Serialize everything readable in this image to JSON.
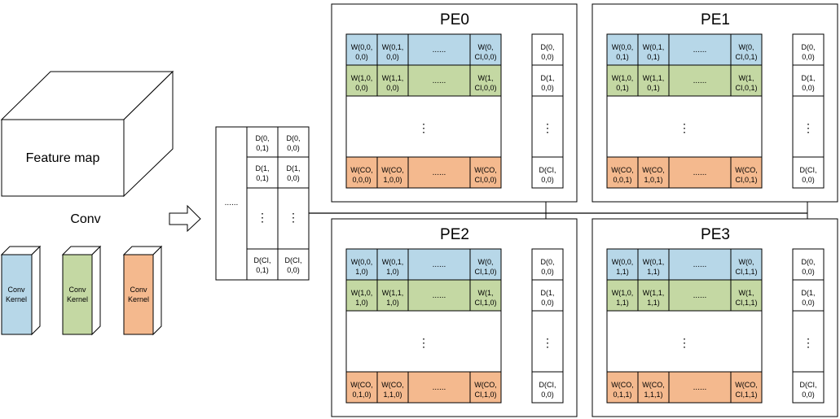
{
  "feature_map": {
    "label": "Feature map"
  },
  "conv": {
    "label": "Conv",
    "kernels": [
      {
        "label_line1": "Conv",
        "label_line2": "Kernel",
        "color": "#b7d7e8"
      },
      {
        "label_line1": "Conv",
        "label_line2": "Kernel",
        "color": "#c4d8a3"
      },
      {
        "label_line1": "Conv",
        "label_line2": "Kernel",
        "color": "#f4b98e"
      }
    ]
  },
  "buffer": {
    "ellipsis": "......",
    "vdots": "⋮",
    "col1": [
      [
        "D(0,",
        "0,1)"
      ],
      [
        "D(1,",
        "0,1)"
      ],
      [
        "D(CI,",
        "0,1)"
      ]
    ],
    "col2": [
      [
        "D(0,",
        "0,0)"
      ],
      [
        "D(1,",
        "0,0)"
      ],
      [
        "D(CI,",
        "0,0)"
      ]
    ]
  },
  "colors": {
    "row_first": "#b7d7e8",
    "row_second": "#c4d8a3",
    "row_last": "#f4b98e",
    "line": "#000000"
  },
  "pes": [
    {
      "title": "PE0",
      "rows": [
        [
          [
            "W(0,0,",
            "0,0)"
          ],
          [
            "W(0,1,",
            "0,0)"
          ],
          [
            "W(0,",
            "CI,0,0)"
          ]
        ],
        [
          [
            "W(1,0,",
            "0,0)"
          ],
          [
            "W(1,1,",
            "0,0)"
          ],
          [
            "W(1,",
            "CI,0,0)"
          ]
        ],
        [
          [
            "W(CO,",
            "0,0,0)"
          ],
          [
            "W(CO,",
            "1,0,0)"
          ],
          [
            "W(CO,",
            "CI,0,0)"
          ]
        ]
      ],
      "data": [
        [
          "D(0,",
          "0,0)"
        ],
        [
          "D(1,",
          "0,0)"
        ],
        [
          "D(CI,",
          "0,0)"
        ]
      ]
    },
    {
      "title": "PE1",
      "rows": [
        [
          [
            "W(0,0,",
            "0,1)"
          ],
          [
            "W(0,1,",
            "0,1)"
          ],
          [
            "W(0,",
            "CI,0,1)"
          ]
        ],
        [
          [
            "W(1,0,",
            "0,1)"
          ],
          [
            "W(1,1,",
            "0,1)"
          ],
          [
            "W(1,",
            "CI,0,1)"
          ]
        ],
        [
          [
            "W(CO,",
            "0,0,1)"
          ],
          [
            "W(CO,",
            "1,0,1)"
          ],
          [
            "W(CO,",
            "CI,0,1)"
          ]
        ]
      ],
      "data": [
        [
          "D(0,",
          "0,0)"
        ],
        [
          "D(1,",
          "0,0)"
        ],
        [
          "D(CI,",
          "0,0)"
        ]
      ]
    },
    {
      "title": "PE2",
      "rows": [
        [
          [
            "W(0,0,",
            "1,0)"
          ],
          [
            "W(0,1,",
            "1,0)"
          ],
          [
            "W(0,",
            "CI,1,0)"
          ]
        ],
        [
          [
            "W(1,0,",
            "1,0)"
          ],
          [
            "W(1,1,",
            "1,0)"
          ],
          [
            "W(1,",
            "CI,1,0)"
          ]
        ],
        [
          [
            "W(CO,",
            "0,1,0)"
          ],
          [
            "W(CO,",
            "1,1,0)"
          ],
          [
            "W(CO,",
            "CI,1,0)"
          ]
        ]
      ],
      "data": [
        [
          "D(0,",
          "0,0)"
        ],
        [
          "D(1,",
          "0,0)"
        ],
        [
          "D(CI,",
          "0,0)"
        ]
      ]
    },
    {
      "title": "PE3",
      "rows": [
        [
          [
            "W(0,0,",
            "1,1)"
          ],
          [
            "W(0,1,",
            "1,1)"
          ],
          [
            "W(0,",
            "CI,1,1)"
          ]
        ],
        [
          [
            "W(1,0,",
            "1,1)"
          ],
          [
            "W(1,1,",
            "1,1)"
          ],
          [
            "W(1,",
            "CI,1,1)"
          ]
        ],
        [
          [
            "W(CO,",
            "0,1,1)"
          ],
          [
            "W(CO,",
            "1,1,1)"
          ],
          [
            "W(CO,",
            "CI,1,1)"
          ]
        ]
      ],
      "data": [
        [
          "D(0,",
          "0,0)"
        ],
        [
          "D(1,",
          "0,0)"
        ],
        [
          "D(CI,",
          "0,0)"
        ]
      ]
    }
  ]
}
